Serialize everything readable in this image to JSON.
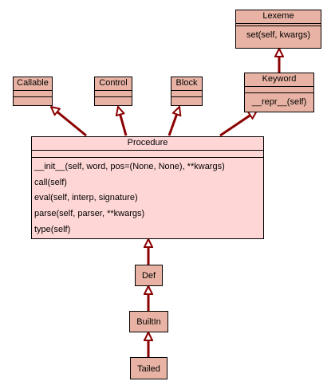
{
  "colors": {
    "class_fill": "#e8b3a4",
    "procedure_fill": "#ffd6d6",
    "edge": "#8b0000"
  },
  "classes": {
    "lexeme": {
      "name": "Lexeme",
      "methods": [
        "set(self, kwargs)"
      ]
    },
    "callable": {
      "name": "Callable"
    },
    "control": {
      "name": "Control"
    },
    "block": {
      "name": "Block"
    },
    "keyword": {
      "name": "Keyword",
      "methods": [
        "__repr__(self)"
      ]
    },
    "procedure": {
      "name": "Procedure",
      "methods": [
        "__init__(self, word, pos=(None, None), **kwargs)",
        "call(self)",
        "eval(self, interp, signature)",
        "parse(self, parser, **kwargs)",
        "type(self)"
      ]
    },
    "def": {
      "name": "Def"
    },
    "builtin": {
      "name": "BuiltIn"
    },
    "tailed": {
      "name": "Tailed"
    }
  }
}
